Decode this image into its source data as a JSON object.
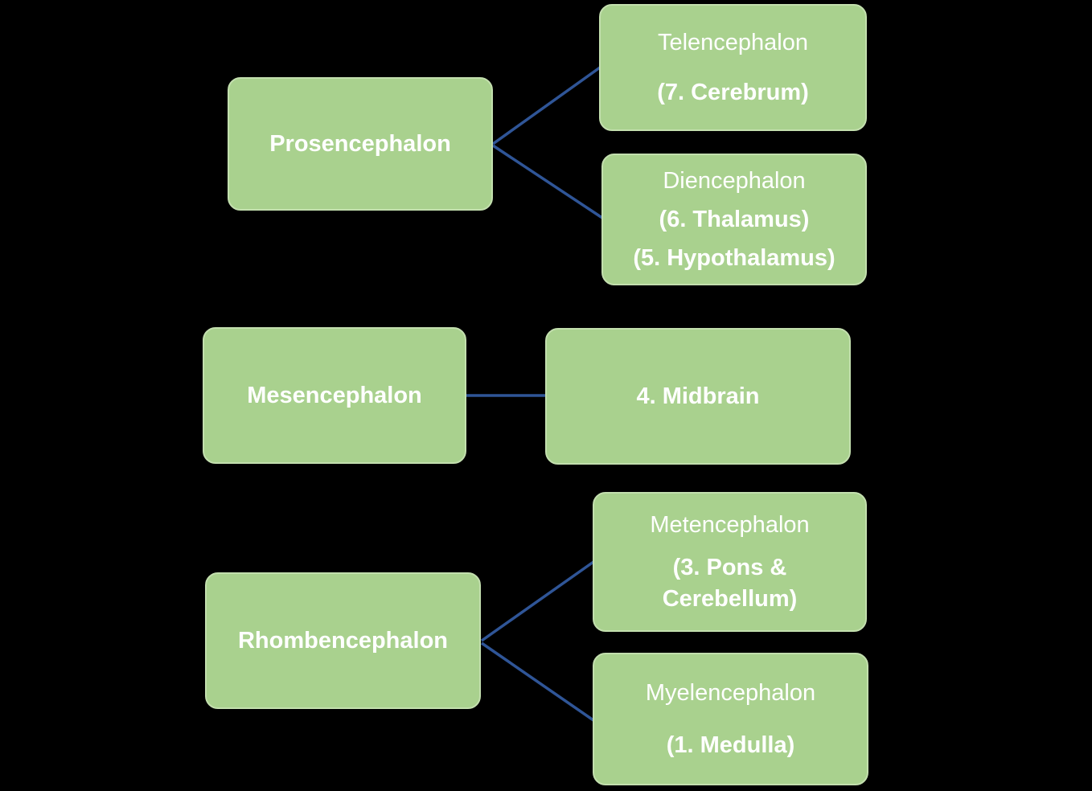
{
  "colors": {
    "background": "#000000",
    "node_fill": "#A9D18E",
    "node_border": "#C3DFAE",
    "connector": "#2F5597",
    "text": "#FFFFFF"
  },
  "diagram": {
    "nodes": {
      "prosencephalon": {
        "label": "Prosencephalon"
      },
      "telencephalon": {
        "name": "Telencephalon",
        "detail": "(7. Cerebrum)"
      },
      "diencephalon": {
        "name": "Diencephalon",
        "detail1": "(6. Thalamus)",
        "detail2": "(5. Hypothalamus)"
      },
      "mesencephalon": {
        "label": "Mesencephalon"
      },
      "midbrain": {
        "label": "4. Midbrain"
      },
      "rhombencephalon": {
        "label": "Rhombencephalon"
      },
      "metencephalon": {
        "name": "Metencephalon",
        "detail_line1": "(3. Pons &",
        "detail_line2": "Cerebellum)"
      },
      "myelencephalon": {
        "name": "Myelencephalon",
        "detail": "(1. Medulla)"
      }
    },
    "connections": [
      {
        "from": "Prosencephalon",
        "to": "Telencephalon (7. Cerebrum)"
      },
      {
        "from": "Prosencephalon",
        "to": "Diencephalon (6. Thalamus) (5. Hypothalamus)"
      },
      {
        "from": "Mesencephalon",
        "to": "4. Midbrain"
      },
      {
        "from": "Rhombencephalon",
        "to": "Metencephalon (3. Pons & Cerebellum)"
      },
      {
        "from": "Rhombencephalon",
        "to": "Myelencephalon (1. Medulla)"
      }
    ]
  }
}
